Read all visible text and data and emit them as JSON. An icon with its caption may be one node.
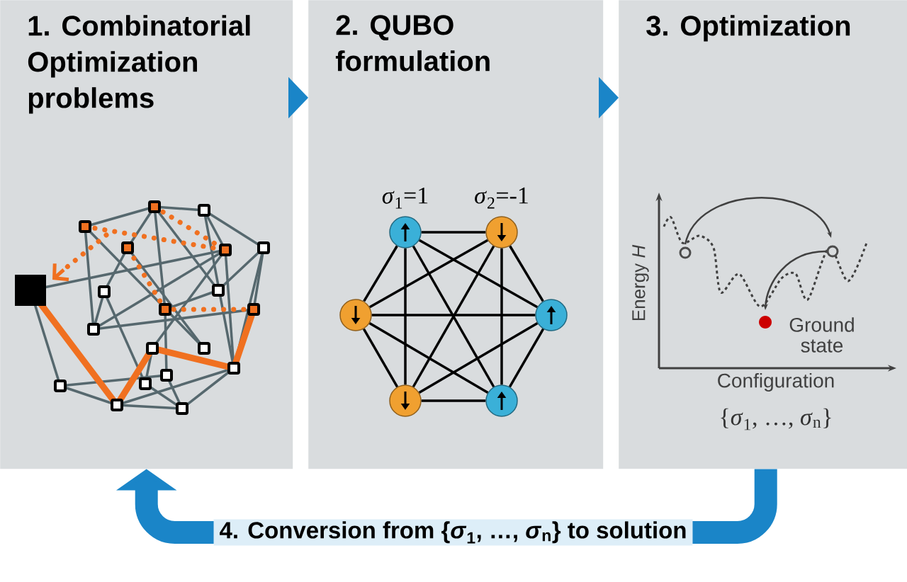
{
  "diagram": {
    "nodes": [
      {
        "text": [
          "1. Combinatorial Optimization problems"
        ]
      },
      {
        "text": [
          "2. QUBO formulation"
        ]
      },
      {
        "text": [
          "3. Optimization"
        ]
      },
      {
        "text": [],
        "shape": "circle",
        "in": 1,
        "beside": [
          "*σ*$_{1}$=1"
        ]
      },
      {
        "text": [],
        "shape": "circle",
        "in": 1,
        "beside": [
          "*σ*$_{2}$=-1"
        ]
      },
      {
        "text": [],
        "shape": "circle",
        "in": 1
      },
      {
        "text": [],
        "shape": "circle",
        "in": 1
      },
      {
        "text": [],
        "shape": "circle",
        "in": 1
      },
      {
        "text": [],
        "shape": "circle",
        "in": 1
      }
    ],
    "edges": [
      {
        "from": 0,
        "to": 1,
        "arrow": "to",
        "color": "#1a85c8"
      },
      {
        "from": 1,
        "to": 2,
        "arrow": "to",
        "color": "#1a85c8"
      },
      {
        "from": 2,
        "to": 0,
        "arrow": "to",
        "color": "#1a85c8",
        "style": "thick",
        "label": "4. Conversion from {*σ*$_{1}$, …, *σ*$_{n}$} to solution"
      },
      {
        "from": 3,
        "to": 4,
        "arrow": "none"
      },
      {
        "from": 3,
        "to": 5,
        "arrow": "none"
      },
      {
        "from": 3,
        "to": 6,
        "arrow": "none"
      },
      {
        "from": 3,
        "to": 7,
        "arrow": "none"
      },
      {
        "from": 3,
        "to": 8,
        "arrow": "none"
      },
      {
        "from": 4,
        "to": 5,
        "arrow": "none"
      },
      {
        "from": 4,
        "to": 6,
        "arrow": "none"
      },
      {
        "from": 4,
        "to": 7,
        "arrow": "none"
      },
      {
        "from": 4,
        "to": 8,
        "arrow": "none"
      },
      {
        "from": 5,
        "to": 6,
        "arrow": "none"
      },
      {
        "from": 5,
        "to": 7,
        "arrow": "none"
      },
      {
        "from": 5,
        "to": 8,
        "arrow": "none"
      },
      {
        "from": 6,
        "to": 7,
        "arrow": "none"
      },
      {
        "from": 6,
        "to": 8,
        "arrow": "none"
      },
      {
        "from": 7,
        "to": 8,
        "arrow": "none"
      }
    ],
    "labels": [
      "Energy *H*",
      "Ground state",
      "Configuration",
      "{*σ*$_{1}$, …, *σ*$_{n}$}"
    ]
  }
}
